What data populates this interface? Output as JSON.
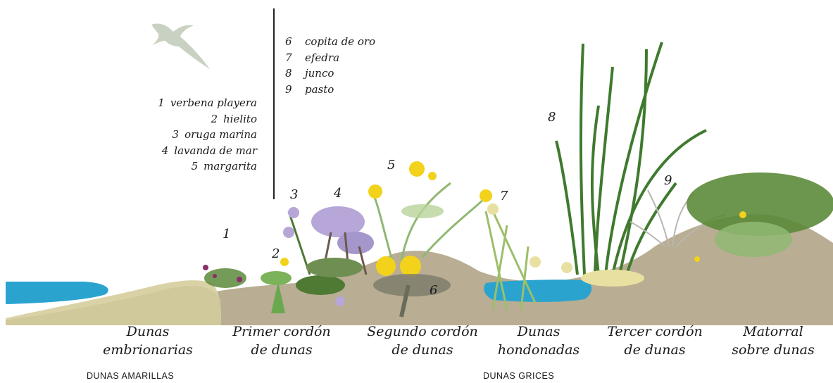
{
  "legend_left": [
    {
      "num": "1",
      "name": "verbena playera"
    },
    {
      "num": "2",
      "name": "hielito"
    },
    {
      "num": "3",
      "name": "oruga marina"
    },
    {
      "num": "4",
      "name": "lavanda de mar"
    },
    {
      "num": "5",
      "name": "margarita"
    }
  ],
  "legend_right": [
    {
      "num": "6",
      "name": "copita de oro"
    },
    {
      "num": "7",
      "name": "efedra"
    },
    {
      "num": "8",
      "name": "junco"
    },
    {
      "num": "9",
      "name": "pasto"
    }
  ],
  "plant_labels": [
    "1",
    "2",
    "3",
    "4",
    "5",
    "6",
    "7",
    "8",
    "9"
  ],
  "zones": [
    {
      "line1": "Dunas",
      "line2": "embrionarias"
    },
    {
      "line1": "Primer cordón",
      "line2": "de dunas"
    },
    {
      "line1": "Segundo cordón",
      "line2": "de dunas"
    },
    {
      "line1": "Dunas",
      "line2": "hondonadas"
    },
    {
      "line1": "Tercer cordón",
      "line2": "de dunas"
    },
    {
      "line1": "Matorral",
      "line2": "sobre dunas"
    }
  ],
  "groups": {
    "amarillas": "DUNAS AMARILLAS",
    "grices": "DUNAS GRICES"
  },
  "colors": {
    "water": "#2aa3cf",
    "sand_light": "#d9d2a6",
    "sand_grey": "#b9ad93",
    "grass_green": "#5c8a3a",
    "flower_yellow": "#f3d21b",
    "flower_lilac": "#b6a7d8"
  },
  "icons": [
    "gull-icon"
  ]
}
